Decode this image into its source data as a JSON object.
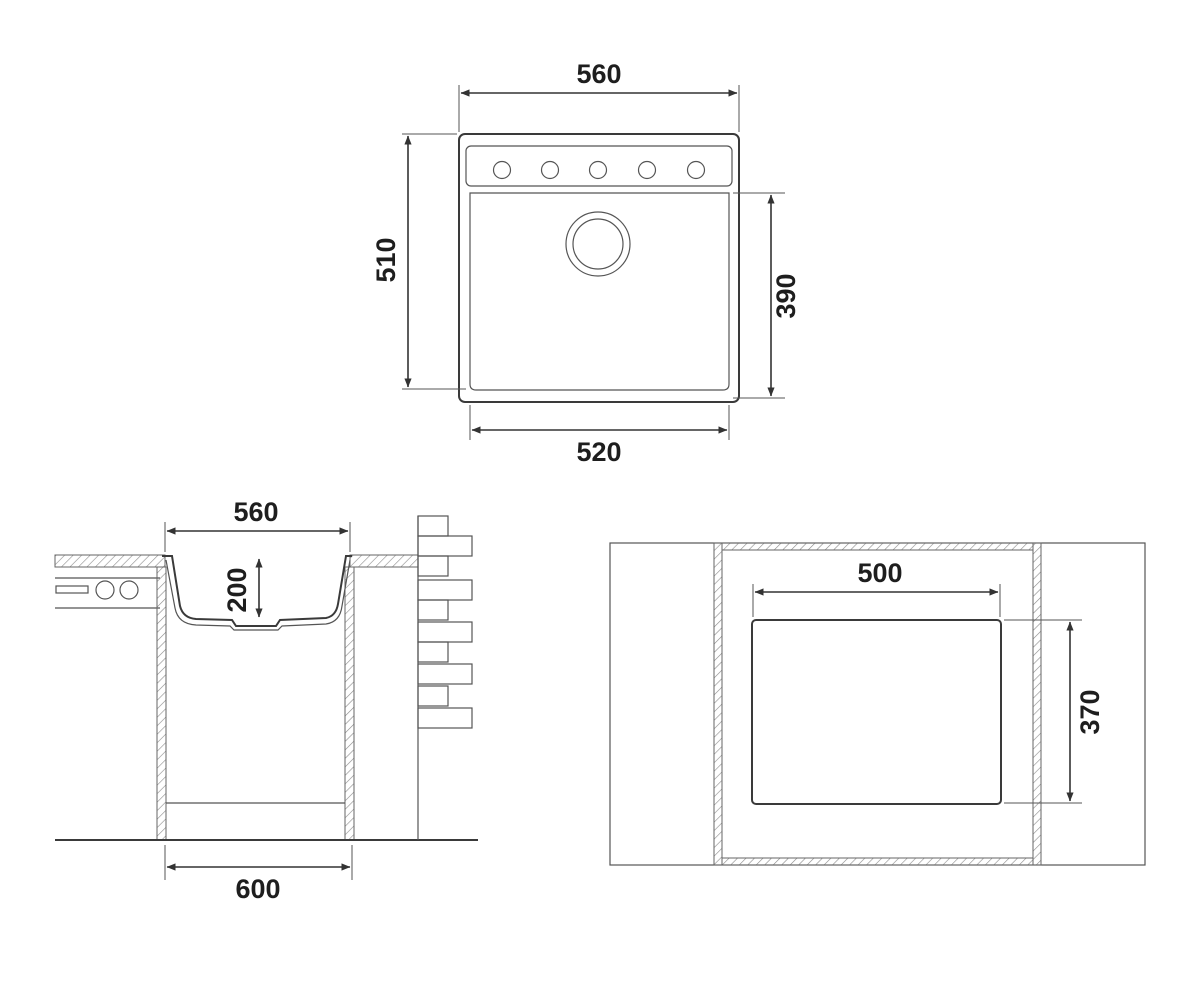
{
  "dimensions": {
    "top_width": "560",
    "top_height": "510",
    "bowl_height": "390",
    "bowl_width": "520",
    "side_width": "560",
    "side_depth": "200",
    "cabinet_width": "600",
    "cutout_width": "500",
    "cutout_height": "370"
  },
  "colors": {
    "line": "#3a3a3a",
    "hatch": "#8a8a8a",
    "text": "#1e1e1e"
  }
}
